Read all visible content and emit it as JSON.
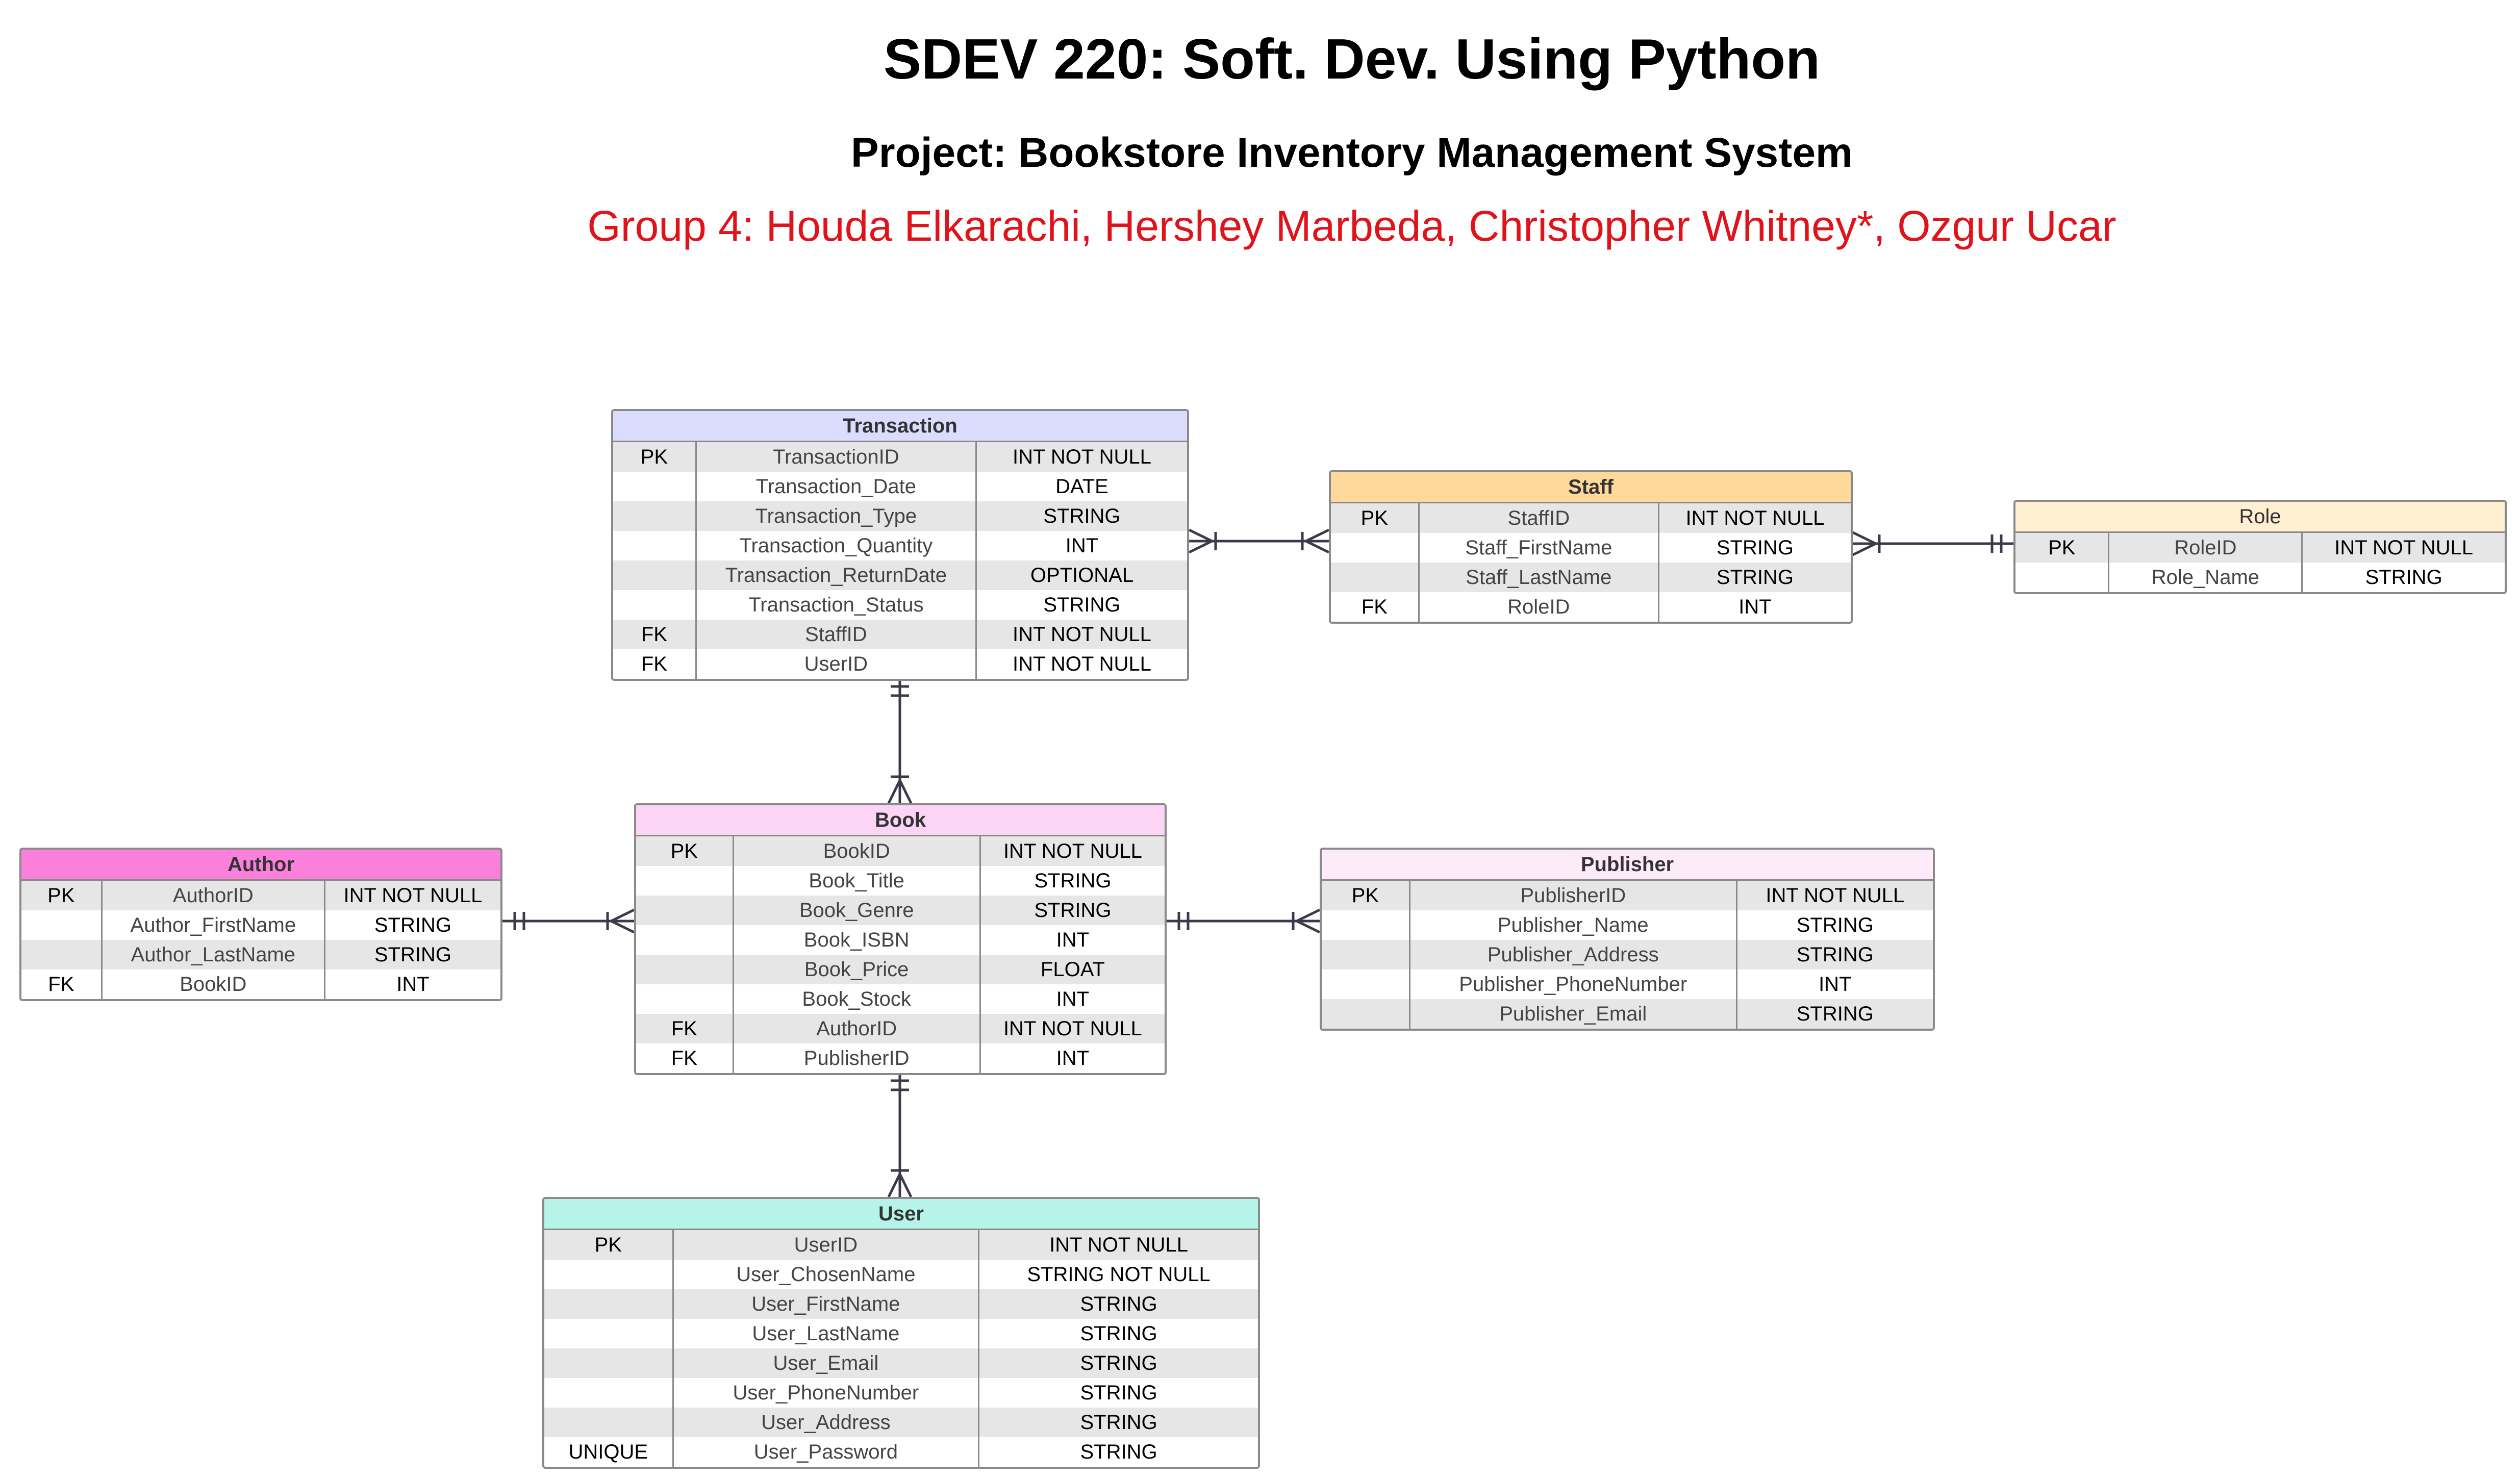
{
  "header": {
    "course": "SDEV 220: Soft. Dev. Using Python",
    "project": "Project: Bookstore Inventory Management System",
    "group": "Group 4: Houda Elkarachi, Hershey Marbeda, Christopher Whitney*, Ozgur Ucar"
  },
  "colors": {
    "group_text": "#e0121a",
    "line": "#3a3a4a",
    "transaction_header": "#dcdcff",
    "staff_header": "#ffd99b",
    "role_header": "#fff0d2",
    "book_header": "#fcd4f4",
    "author_header": "#fb80dc",
    "publisher_header": "#fdebf9",
    "user_header": "#b6f3e8"
  },
  "entities": {
    "transaction": {
      "title": "Transaction",
      "rows": [
        {
          "key": "PK",
          "name": "TransactionID",
          "type": "INT NOT NULL"
        },
        {
          "key": "",
          "name": "Transaction_Date",
          "type": "DATE"
        },
        {
          "key": "",
          "name": "Transaction_Type",
          "type": "STRING"
        },
        {
          "key": "",
          "name": "Transaction_Quantity",
          "type": "INT"
        },
        {
          "key": "",
          "name": "Transaction_ReturnDate",
          "type": "OPTIONAL"
        },
        {
          "key": "",
          "name": "Transaction_Status",
          "type": "STRING"
        },
        {
          "key": "FK",
          "name": "StaffID",
          "type": "INT NOT NULL"
        },
        {
          "key": "FK",
          "name": "UserID",
          "type": "INT NOT NULL"
        }
      ]
    },
    "staff": {
      "title": "Staff",
      "rows": [
        {
          "key": "PK",
          "name": "StaffID",
          "type": "INT NOT NULL"
        },
        {
          "key": "",
          "name": "Staff_FirstName",
          "type": "STRING"
        },
        {
          "key": "",
          "name": "Staff_LastName",
          "type": "STRING"
        },
        {
          "key": "FK",
          "name": "RoleID",
          "type": "INT"
        }
      ]
    },
    "role": {
      "title": "Role",
      "rows": [
        {
          "key": "PK",
          "name": "RoleID",
          "type": "INT NOT NULL"
        },
        {
          "key": "",
          "name": "Role_Name",
          "type": "STRING"
        }
      ]
    },
    "book": {
      "title": "Book",
      "rows": [
        {
          "key": "PK",
          "name": "BookID",
          "type": "INT NOT NULL"
        },
        {
          "key": "",
          "name": "Book_Title",
          "type": "STRING"
        },
        {
          "key": "",
          "name": "Book_Genre",
          "type": "STRING"
        },
        {
          "key": "",
          "name": "Book_ISBN",
          "type": "INT"
        },
        {
          "key": "",
          "name": "Book_Price",
          "type": "FLOAT"
        },
        {
          "key": "",
          "name": "Book_Stock",
          "type": "INT"
        },
        {
          "key": "FK",
          "name": "AuthorID",
          "type": "INT NOT NULL"
        },
        {
          "key": "FK",
          "name": "PublisherID",
          "type": "INT"
        }
      ]
    },
    "author": {
      "title": "Author",
      "rows": [
        {
          "key": "PK",
          "name": "AuthorID",
          "type": "INT NOT NULL"
        },
        {
          "key": "",
          "name": "Author_FirstName",
          "type": "STRING"
        },
        {
          "key": "",
          "name": "Author_LastName",
          "type": "STRING"
        },
        {
          "key": "FK",
          "name": "BookID",
          "type": "INT"
        }
      ]
    },
    "publisher": {
      "title": "Publisher",
      "rows": [
        {
          "key": "PK",
          "name": "PublisherID",
          "type": "INT NOT NULL"
        },
        {
          "key": "",
          "name": "Publisher_Name",
          "type": "STRING"
        },
        {
          "key": "",
          "name": "Publisher_Address",
          "type": "STRING"
        },
        {
          "key": "",
          "name": "Publisher_PhoneNumber",
          "type": "INT"
        },
        {
          "key": "",
          "name": "Publisher_Email",
          "type": "STRING"
        }
      ]
    },
    "user": {
      "title": "User",
      "rows": [
        {
          "key": "PK",
          "name": "UserID",
          "type": "INT NOT NULL"
        },
        {
          "key": "",
          "name": "User_ChosenName",
          "type": "STRING NOT NULL"
        },
        {
          "key": "",
          "name": "User_FirstName",
          "type": "STRING"
        },
        {
          "key": "",
          "name": "User_LastName",
          "type": "STRING"
        },
        {
          "key": "",
          "name": "User_Email",
          "type": "STRING"
        },
        {
          "key": "",
          "name": "User_PhoneNumber",
          "type": "STRING"
        },
        {
          "key": "",
          "name": "User_Address",
          "type": "STRING"
        },
        {
          "key": "UNIQUE",
          "name": "User_Password",
          "type": "STRING"
        }
      ]
    }
  },
  "relationships": [
    {
      "from": "transaction",
      "from_cardinality": "one-or-many",
      "to": "staff",
      "to_cardinality": "one-or-many"
    },
    {
      "from": "staff",
      "from_cardinality": "one-or-many",
      "to": "role",
      "to_cardinality": "exactly-one"
    },
    {
      "from": "transaction",
      "from_cardinality": "exactly-one",
      "to": "book",
      "to_cardinality": "one-or-many"
    },
    {
      "from": "author",
      "from_cardinality": "exactly-one",
      "to": "book",
      "to_cardinality": "one-or-many"
    },
    {
      "from": "book",
      "from_cardinality": "exactly-one",
      "to": "publisher",
      "to_cardinality": "one-or-many"
    },
    {
      "from": "book",
      "from_cardinality": "exactly-one",
      "to": "user",
      "to_cardinality": "one-or-many"
    }
  ]
}
